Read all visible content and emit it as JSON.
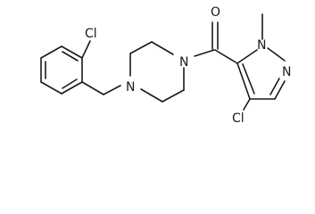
{
  "molecule": {
    "atoms": {
      "cl_top": "Cl",
      "n_pip_left": "N",
      "n_pip_right": "N",
      "o_carbonyl": "O",
      "n_pyr_methyl": "N",
      "n_pyr": "N",
      "cl_bottom": "Cl"
    },
    "colors": {
      "ink": "#1a1a1a",
      "background": "#ffffff"
    }
  }
}
